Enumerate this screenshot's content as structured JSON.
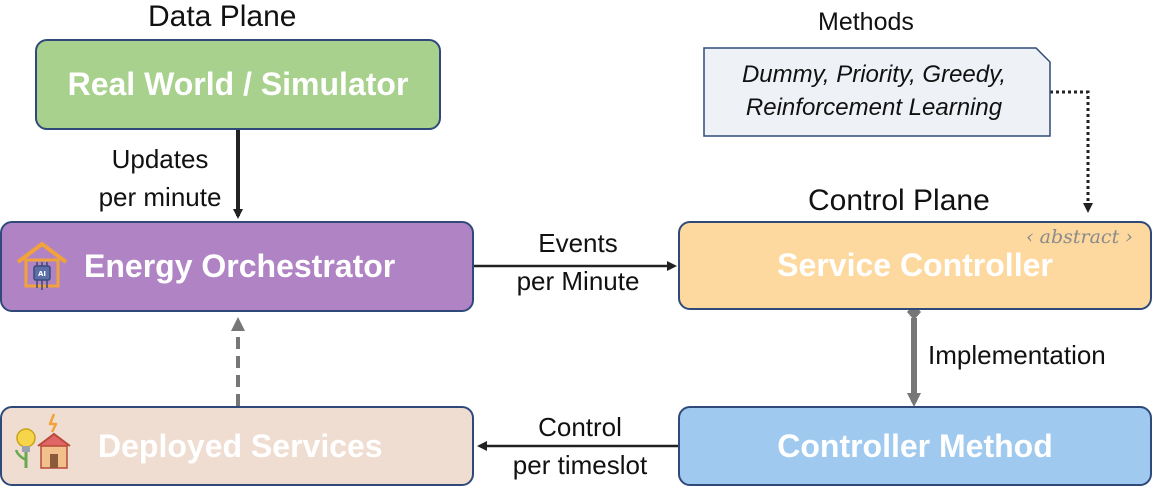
{
  "planes": {
    "data_plane": "Data Plane",
    "control_plane": "Control Plane"
  },
  "methods": {
    "title": "Methods",
    "line1": "Dummy, Priority, Greedy,",
    "line2": "Reinforcement Learning"
  },
  "boxes": {
    "real_world": "Real World / Simulator",
    "energy_orchestrator": "Energy Orchestrator",
    "deployed_services": "Deployed Services",
    "service_controller": "Service Controller",
    "controller_method": "Controller Method"
  },
  "abstract_tag": "‹ abstract ›",
  "edges": {
    "updates_line1": "Updates",
    "updates_line2": "per minute",
    "events_line1": "Events",
    "events_line2": "per Minute",
    "implementation": "Implementation",
    "control_line1": "Control",
    "control_line2": "per timeslot"
  },
  "colors": {
    "real_world": "#a9d18e",
    "energy_orchestrator": "#b084c4",
    "deployed_services": "#f0ddd2",
    "service_controller": "#fdd9a0",
    "controller_method": "#9fc9ee",
    "box_border": "#2f4a7a"
  },
  "icons": {
    "energy_orchestrator": "ai-chip-house-icon",
    "deployed_services": "bulb-house-icon"
  }
}
